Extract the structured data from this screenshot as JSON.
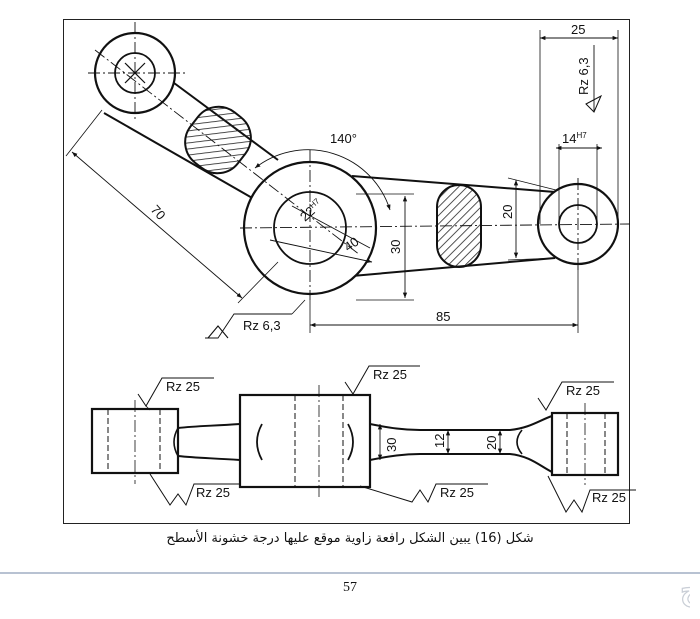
{
  "drawing": {
    "top_view": {
      "angle_label": "140°",
      "bore_large_label": "22",
      "bore_large_tolerance": "H7",
      "center_distance_left_label": "70",
      "center_distance_right_label": "85",
      "boss_radius_label": "40",
      "boss_height_label": "30",
      "arm_width_label": "20",
      "small_bore_label": "14",
      "small_bore_tolerance": "H7",
      "small_boss_label": "25",
      "roughness_top_right": "Rz 6,3",
      "roughness_left": "Rz 6,3"
    },
    "front_view": {
      "dim_30": "30",
      "dim_12": "12",
      "dim_20": "20",
      "roughness_top_left": "Rz 25",
      "roughness_top_middle": "Rz 25",
      "roughness_top_right": "Rz 25",
      "roughness_bottom_left": "Rz 25",
      "roughness_bottom_middle": "Rz 25",
      "roughness_bottom_right": "Rz 25"
    }
  },
  "caption": "شكل (16) يبين الشكل رافعة زاوية موقع عليها درجة خشونة الأسطح",
  "page_number": "57",
  "watermark_text": "حراج"
}
